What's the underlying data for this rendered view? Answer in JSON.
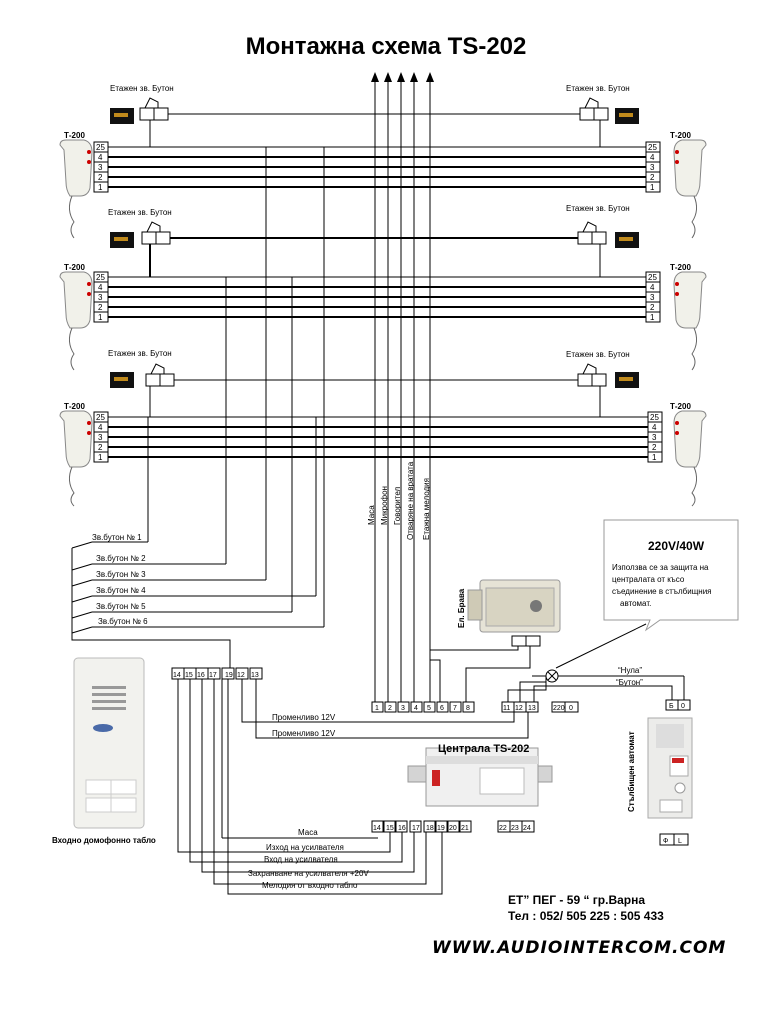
{
  "title": "Монтажна схема TS-202",
  "floor_button_label": "Етажен зв. Бутон",
  "handset_label": "Т-200",
  "handset_terminals": [
    "25",
    "4",
    "3",
    "2",
    "1"
  ],
  "bus_labels": [
    "Маса",
    "Микрофон",
    "Говорител",
    "Отваряне на вратата",
    "Етажна мелодия"
  ],
  "call_buttons": [
    "Зв.бутон № 1",
    "Зв.бутон № 2",
    "Зв.бутон № 3",
    "Зв.бутон № 4",
    "Зв.бутон № 5",
    "Зв.бутон № 6"
  ],
  "panel_terminals": [
    "14",
    "15",
    "16",
    "17",
    "19",
    "12",
    "13"
  ],
  "panel_caption": "Входно домофонно табло",
  "central_top_terminals": [
    "1",
    "2",
    "3",
    "4",
    "5",
    "6",
    "7",
    "8"
  ],
  "central_mid_terminals": [
    "11",
    "12",
    "13"
  ],
  "central_ac_terminals": [
    "220",
    "0"
  ],
  "central_title": "Централа TS-202",
  "central_bottom_terminals": [
    "14",
    "15",
    "16",
    "17",
    "18",
    "19",
    "20",
    "21"
  ],
  "central_bottom_extra": [
    "22",
    "23",
    "24"
  ],
  "ac_label_1": "Променливо 12V",
  "ac_label_2": "Променливо 12V",
  "bottom_labels": [
    "Маса",
    "Изход на усилвателя",
    "Вход на усилвателя",
    "Захранване на усилвателя +20V",
    "Мелодия от входно табло"
  ],
  "lock_label": "Ел. Брава",
  "note_title": "220V/40W",
  "note_lines": [
    "Използва се за защита на",
    "централата от късо",
    "съединение в стълбищния",
    "автомат."
  ],
  "null_label": "“Нула”",
  "button_label": "“Бутон”",
  "stair_terminals": [
    "Б",
    "0"
  ],
  "stair_label": "Стълбищен автомат",
  "stair_bottom_terminals": [
    "Ф",
    "L"
  ],
  "company": "ЕТ” ПЕГ - 59 “ гр.Варна",
  "phone": "Тел : 052/ 505 225 : 505 433",
  "website": "WWW.AUDIOINTERCOM.COM"
}
